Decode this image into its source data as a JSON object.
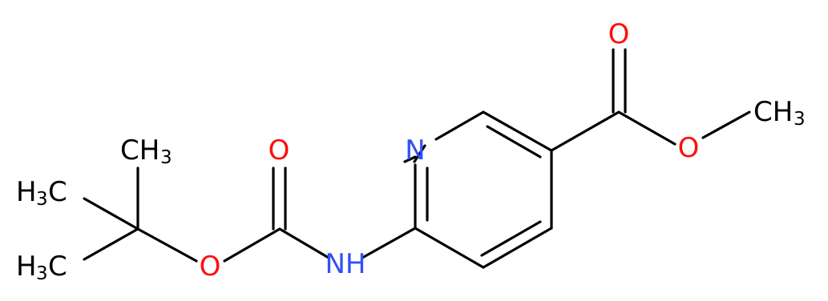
{
  "molecule": {
    "atoms": {
      "n_ring": {
        "symbol": "N"
      },
      "n_amine": {
        "symbol": "NH"
      },
      "o_ester_carbonyl": {
        "symbol": "O"
      },
      "o_ester_ether": {
        "symbol": "O"
      },
      "o_carbamate_carbonyl": {
        "symbol": "O"
      },
      "o_carbamate_ether": {
        "symbol": "O"
      },
      "methyl_ester": {
        "symbol": "CH",
        "subscript": "3"
      },
      "methyl_tbu_top": {
        "symbol": "CH",
        "subscript": "3"
      },
      "methyl_tbu_left": {
        "symbol": "H",
        "subscript": "3",
        "suffix": "C"
      },
      "methyl_tbu_bottom": {
        "symbol": "H",
        "subscript": "3",
        "suffix": "C"
      }
    },
    "colors": {
      "bond": "#000000",
      "carbon_label": "#000000",
      "nitrogen": "#3050F8",
      "oxygen": "#FF0D0D"
    }
  }
}
